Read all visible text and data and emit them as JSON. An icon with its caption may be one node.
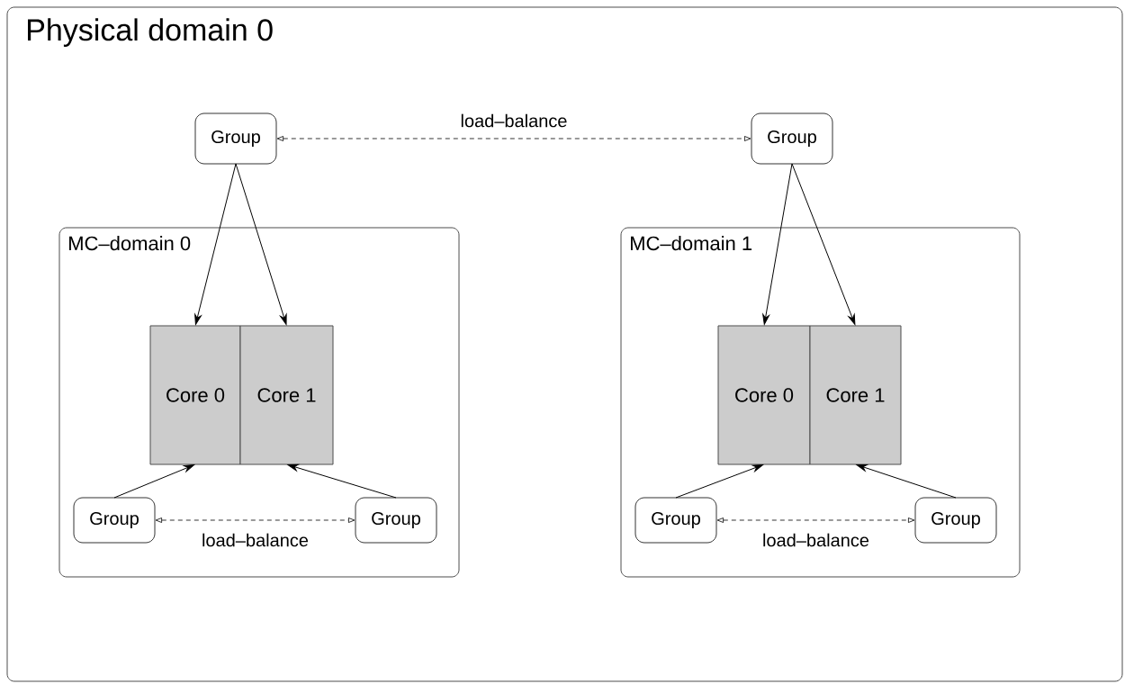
{
  "diagram": {
    "nodes": [
      {
        "text": [
          "Physical domain 0"
        ]
      },
      {
        "text": [
          "Group"
        ],
        "in": 0
      },
      {
        "text": [
          "Group"
        ],
        "in": 0
      },
      {
        "text": [
          "MC–domain 0"
        ],
        "in": 0
      },
      {
        "text": [
          "Core 0"
        ],
        "in": 3
      },
      {
        "text": [
          "Core 1"
        ],
        "in": 3
      },
      {
        "text": [
          "Group"
        ],
        "in": 3
      },
      {
        "text": [
          "Group"
        ],
        "in": 3
      },
      {
        "text": [
          "MC–domain 1"
        ],
        "in": 0
      },
      {
        "text": [
          "Core 0"
        ],
        "in": 8
      },
      {
        "text": [
          "Core 1"
        ],
        "in": 8
      },
      {
        "text": [
          "Group"
        ],
        "in": 8
      },
      {
        "text": [
          "Group"
        ],
        "in": 8
      }
    ],
    "edges": [
      {
        "from": 1,
        "to": 2,
        "arrow": "both",
        "style": "dashed",
        "label": "load–balance"
      },
      {
        "from": 1,
        "to": 4,
        "arrow": "to"
      },
      {
        "from": 1,
        "to": 5,
        "arrow": "to"
      },
      {
        "from": 2,
        "to": 9,
        "arrow": "to"
      },
      {
        "from": 2,
        "to": 10,
        "arrow": "to"
      },
      {
        "from": 6,
        "to": 4,
        "arrow": "to"
      },
      {
        "from": 7,
        "to": 5,
        "arrow": "to"
      },
      {
        "from": 6,
        "to": 7,
        "arrow": "both",
        "style": "dashed",
        "label": "load–balance"
      },
      {
        "from": 11,
        "to": 9,
        "arrow": "to"
      },
      {
        "from": 12,
        "to": 10,
        "arrow": "to"
      },
      {
        "from": 11,
        "to": 12,
        "arrow": "both",
        "style": "dashed",
        "label": "load–balance"
      }
    ]
  }
}
